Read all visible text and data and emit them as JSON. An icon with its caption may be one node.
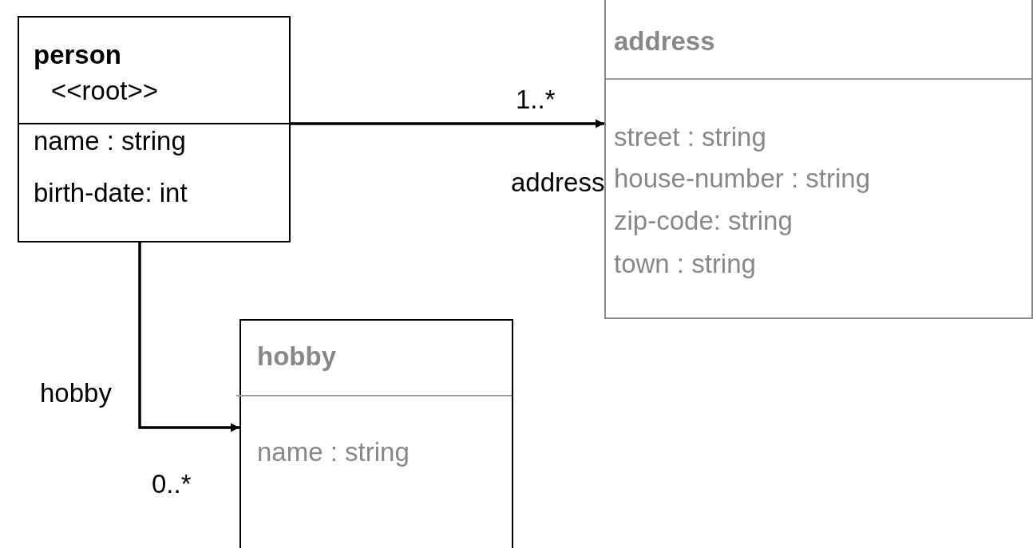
{
  "diagram": {
    "nodes": [
      {
        "text": [
          "person",
          "<<root>>",
          "name : string",
          "birth-date: int"
        ]
      },
      {
        "text": [
          "address",
          "street : string",
          "house-number : string",
          "zip-code: string",
          "town : string"
        ]
      },
      {
        "text": [
          "hobby",
          "name : string"
        ]
      }
    ],
    "edges": [
      {
        "from": 0,
        "to": 1,
        "arrow": "to",
        "label": "address"
      },
      {
        "from": 0,
        "to": 2,
        "arrow": "to",
        "label": "hobby"
      }
    ],
    "labels": [
      "1..*",
      "0..*"
    ]
  }
}
